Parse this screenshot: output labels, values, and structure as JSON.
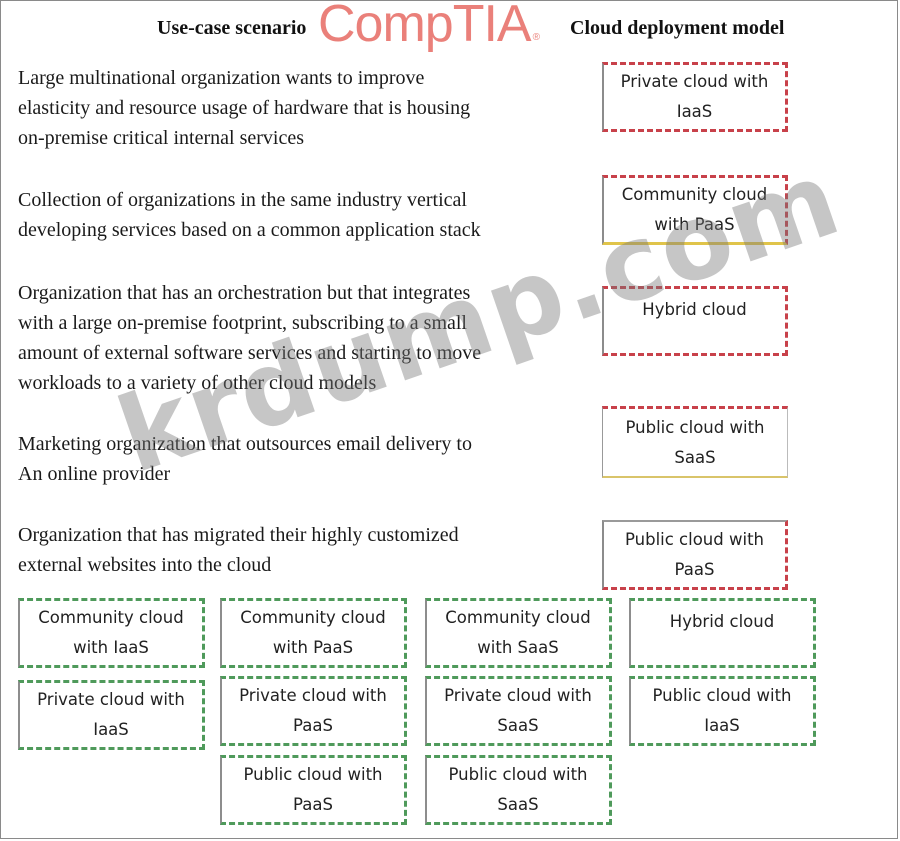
{
  "headers": {
    "left": "Use-case scenario",
    "right": "Cloud deployment model"
  },
  "logo": {
    "text": "CompTIA",
    "mark": "®"
  },
  "watermark": "krdump.com",
  "scenarios": [
    {
      "lines": [
        "Large multinational organization wants to improve",
        "elasticity and resource usage of hardware that is housing",
        "on-premise critical internal services"
      ]
    },
    {
      "lines": [
        "Collection of organizations in the same industry vertical",
        "developing services based on a common application stack"
      ]
    },
    {
      "lines": [
        "Organization that has an orchestration but that integrates",
        "with a large on-premise footprint, subscribing to a small",
        "amount of external software services and starting to move",
        "workloads to a variety of other cloud models"
      ]
    },
    {
      "lines": [
        "Marketing organization that outsources email delivery to",
        "An online provider"
      ]
    },
    {
      "lines": [
        "Organization that has migrated their highly customized",
        "external websites into the cloud"
      ]
    }
  ],
  "targets": [
    {
      "lines": [
        "Private cloud with",
        "IaaS"
      ]
    },
    {
      "lines": [
        "Community cloud",
        "with PaaS"
      ]
    },
    {
      "lines": [
        "Hybrid cloud"
      ]
    },
    {
      "lines": [
        "Public cloud with",
        "SaaS"
      ]
    },
    {
      "lines": [
        "Public cloud with",
        "PaaS"
      ]
    }
  ],
  "options": [
    {
      "lines": [
        "Community cloud",
        "with IaaS"
      ]
    },
    {
      "lines": [
        "Community cloud",
        "with PaaS"
      ]
    },
    {
      "lines": [
        "Community cloud",
        "with SaaS"
      ]
    },
    {
      "lines": [
        "Hybrid cloud"
      ]
    },
    {
      "lines": [
        "Private cloud with",
        "IaaS"
      ]
    },
    {
      "lines": [
        "Private cloud with",
        "PaaS"
      ]
    },
    {
      "lines": [
        "Private cloud with",
        "SaaS"
      ]
    },
    {
      "lines": [
        "Public cloud with",
        "IaaS"
      ]
    },
    {
      "lines": [
        "Public cloud with",
        "PaaS"
      ]
    },
    {
      "lines": [
        "Public cloud with",
        "SaaS"
      ]
    }
  ]
}
